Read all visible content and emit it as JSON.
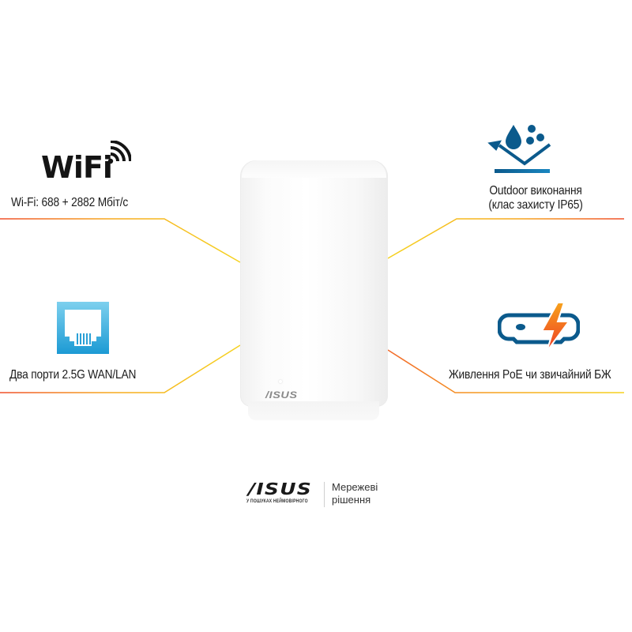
{
  "features": {
    "wifi": {
      "logo_text": "WiFi",
      "icon": "wifi-icon",
      "label": "Wi-Fi: 688 + 2882 Мбіт/с"
    },
    "outdoor": {
      "icon": "water-dust-protection-icon",
      "line1": "Outdoor виконання",
      "line2": "(клас захисту IP65)"
    },
    "ports": {
      "icon": "ethernet-port-icon",
      "label": "Два порти 2.5G WAN/LAN"
    },
    "power": {
      "icon": "poe-power-icon",
      "label": "Живлення PoE чи звичайний БЖ"
    }
  },
  "product": {
    "device_logo": "/ISUS",
    "icon": "router-device-icon"
  },
  "footer": {
    "brand": "/ISUS",
    "tagline": "У ПОШУКАХ НЕЙМОВІРНОГО",
    "caption_line1": "Мережеві",
    "caption_line2": "рішення"
  },
  "colors": {
    "accent_blue": "#0b5a8c",
    "port_blue": "#2aa7d8",
    "line_yellow": "#f5d21f",
    "line_orange": "#f26a2a",
    "bolt_orange": "#f47a20"
  }
}
